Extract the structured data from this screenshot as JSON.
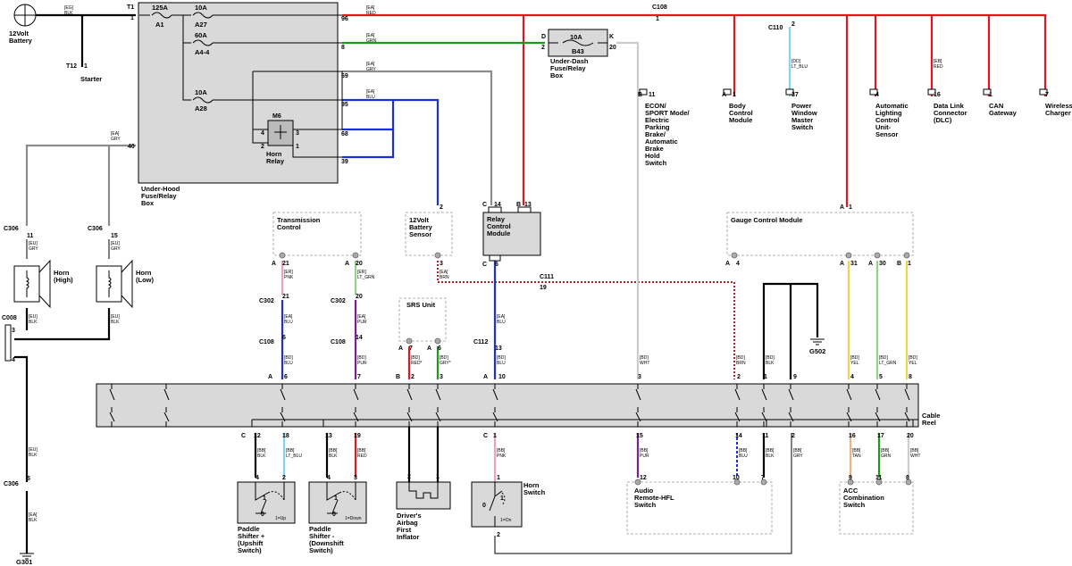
{
  "colors": {
    "red": "#e8141c",
    "green": "#1a9a1a",
    "blue": "#1a2fe0",
    "gray": "#8c8c8c",
    "black": "#000000",
    "purple": "#7a1ea0",
    "pink": "#f4a0b8",
    "ltblue": "#7fd4f4",
    "yellow": "#e8d84a",
    "ltgrn": "#8fd28f",
    "tan": "#f0b080",
    "white": "#d8d8d8",
    "brown": "#b02020"
  },
  "battery": {
    "name": "12Volt\nBattery",
    "wire": "[EG]\nBLK"
  },
  "starter": {
    "conn": "T12",
    "pin": "1",
    "name": "Starter"
  },
  "underhood": {
    "conn": "T1",
    "pin": "1",
    "name": "Under-Hood\nFuse/Relay\nBox",
    "fuses": [
      {
        "amp": "125A",
        "id": "A1"
      },
      {
        "amp": "10A",
        "id": "A27"
      },
      {
        "amp": "60A",
        "id": "A4-4"
      },
      {
        "amp": "10A",
        "id": "A28"
      }
    ],
    "pins": [
      "96",
      "8",
      "69",
      "95",
      "68",
      "39",
      "40"
    ],
    "relay_id": "M6",
    "relay_name": "Horn\nRelay",
    "relay_pins": [
      "4",
      "3",
      "2",
      "1"
    ]
  },
  "wires": {
    "ea_red": "[EA]\nRED",
    "ea_grn": "[EA]\nGRN",
    "ea_gry": "[EA]\nGRY",
    "ea_blu": "[EA]\nBLU",
    "ea_gry2": "[EA]\nGRY"
  },
  "c108_top": {
    "conn": "C108",
    "pin": "1"
  },
  "c110": {
    "conn": "C110",
    "pin": "2",
    "wire": "[DD]\nLT_BLU"
  },
  "underdash": {
    "fuse": "10A",
    "id": "B43",
    "conn_d": "D",
    "conn_k": "K",
    "pin_d": "2",
    "pin_k": "20",
    "name": "Under-Dash\nFuse/Relay\nBox"
  },
  "top_components": [
    {
      "conn": "B",
      "pin": "11",
      "name": "ECON/\nSPORT Mode/\nElectric\nParking\nBrake/\nAutomatic\nBrake\nHold\nSwitch"
    },
    {
      "conn": "A",
      "pin": "1",
      "name": "Body\nControl\nModule"
    },
    {
      "conn": "",
      "pin": "37",
      "name": "Power\nWindow\nMaster\nSwitch"
    },
    {
      "conn": "",
      "pin": "4",
      "name": "Automatic\nLighting\nControl\nUnit-\nSensor"
    },
    {
      "conn": "",
      "pin": "16",
      "name": "Data Link\nConnector\n(DLC)",
      "wire": "[EB]\nRED"
    },
    {
      "conn": "",
      "pin": "1",
      "name": "CAN\nGateway"
    },
    {
      "conn": "",
      "pin": "7",
      "name": "Wireless\nCharger"
    }
  ],
  "horns": {
    "c306a": {
      "conn": "C306",
      "pin": "11"
    },
    "c306b": {
      "conn": "C306",
      "pin": "15"
    },
    "wire": "[EU]\nGRY",
    "high": "Horn\n(High)",
    "low": "Horn\n(Low)",
    "c008": {
      "conn": "C008",
      "pins": [
        "3",
        "4"
      ]
    },
    "blk": "[EU]\nBLK",
    "c306c": {
      "conn": "C306",
      "pin": "5"
    },
    "ground": "G301",
    "ea_blk": "[EA]\nBLK"
  },
  "tcm": {
    "name": "Transmission\nControl\nModule",
    "pins": [
      {
        "conn": "A",
        "pin": "21",
        "wire": "[ER]\nPNK"
      },
      {
        "conn": "A",
        "pin": "20",
        "wire": "[ER]\nLT_GRN"
      }
    ],
    "c302": [
      "21",
      "20"
    ],
    "mid_wires": [
      "[EA]\nBLU",
      "[EA]\nPUR"
    ],
    "c108": [
      "6",
      "14"
    ],
    "bd_wires": [
      "[BD]\nBLU",
      "[BD]\nPUR"
    ],
    "cable_pins": [
      {
        "conn": "A",
        "pin": "6"
      },
      {
        "conn": "",
        "pin": "7"
      }
    ]
  },
  "battery_sensor": {
    "name": "12Volt\nBattery\nSensor",
    "pin": "2",
    "pin3": "3",
    "wire": "[EA]\nBRN"
  },
  "relay_module": {
    "name": "Relay\nControl\nModule",
    "pins": [
      {
        "conn": "C",
        "pin": "14"
      },
      {
        "conn": "B",
        "pin": "13"
      },
      {
        "conn": "C",
        "pin": "6"
      }
    ]
  },
  "c111": {
    "conn": "C111",
    "pin": "19"
  },
  "srs": {
    "name": "SRS Unit",
    "pins": [
      {
        "conn": "A",
        "pin": "7",
        "wire": "[BD]\nRED*"
      },
      {
        "conn": "A",
        "pin": "6",
        "wire": "[BD]\nGRY*"
      }
    ],
    "cable_pins": [
      {
        "conn": "B",
        "pin": "2"
      },
      {
        "conn": "",
        "pin": "3"
      }
    ]
  },
  "c112": {
    "conn": "C112",
    "pin": "13",
    "wire_top": "[EA]\nBLU",
    "wire": "[BD]\nBLU",
    "cable_pin": {
      "conn": "A",
      "pin": "10"
    }
  },
  "gauge": {
    "name": "Gauge Control Module",
    "top_conn": "A",
    "top_pin": "1",
    "pins": [
      {
        "conn": "A",
        "pin": "4"
      },
      {
        "conn": "A",
        "pin": "31"
      },
      {
        "conn": "",
        "pin": "30"
      },
      {
        "conn": "B",
        "pin": "1"
      }
    ]
  },
  "ground2": "G502",
  "cable_reel": {
    "name": "Cable\nReel",
    "top_pins": [
      "3",
      "2",
      "1",
      "9",
      "4",
      "5",
      "8"
    ],
    "bottom_pins": [
      "12",
      "18",
      "13",
      "19",
      "1",
      "15",
      "14",
      "11",
      "2",
      "16",
      "17",
      "20"
    ],
    "top_wires": [
      "[BD]\nWHT",
      "[BD]\nBRN",
      "[BD]\nBLK",
      "[BD]\nYEL",
      "[BD]\nLT_GRN",
      "[BD]\nYEL"
    ]
  },
  "bottom": {
    "paddle_up": {
      "name": "Paddle\nShifter +\n(Upshift\nSwitch)",
      "pins": [
        "4",
        "2"
      ],
      "wires": [
        "[BB]\nBLK",
        "[BB]\nLT_BLU"
      ],
      "state": "1=Up",
      "cable_conn": "C"
    },
    "paddle_dn": {
      "name": "Paddle\nShifter -\n(Downshift\nSwitch)",
      "pins": [
        "4",
        "3"
      ],
      "wires": [
        "[BB]\nBLK",
        "[BB]\nRED"
      ],
      "state": "1=Down"
    },
    "airbag": {
      "name": "Driver's\nAirbag\nFirst\nInflator",
      "pins": [
        "2",
        "1"
      ]
    },
    "horn_sw": {
      "name": "Horn\nSwitch",
      "pins": [
        "1",
        "2"
      ],
      "wire": "[BB]\nPNK",
      "state": "1=On",
      "cable_conn": "C"
    },
    "audio": {
      "name": "Audio\nRemote-HFL\nSwitch",
      "pins": [
        "12",
        "10",
        "7"
      ],
      "wires": [
        "[BB]\nPUR",
        "[BB]\nBLU",
        "[BB]\nBLK"
      ]
    },
    "gry": "[BB]\nGRY",
    "acc": {
      "name": "ACC\nCombination\nSwitch",
      "pins": [
        "9",
        "11",
        "8"
      ],
      "wires": [
        "[BB]\nTAN",
        "[BB]\nGRN",
        "[BB]\nWHT"
      ]
    }
  }
}
